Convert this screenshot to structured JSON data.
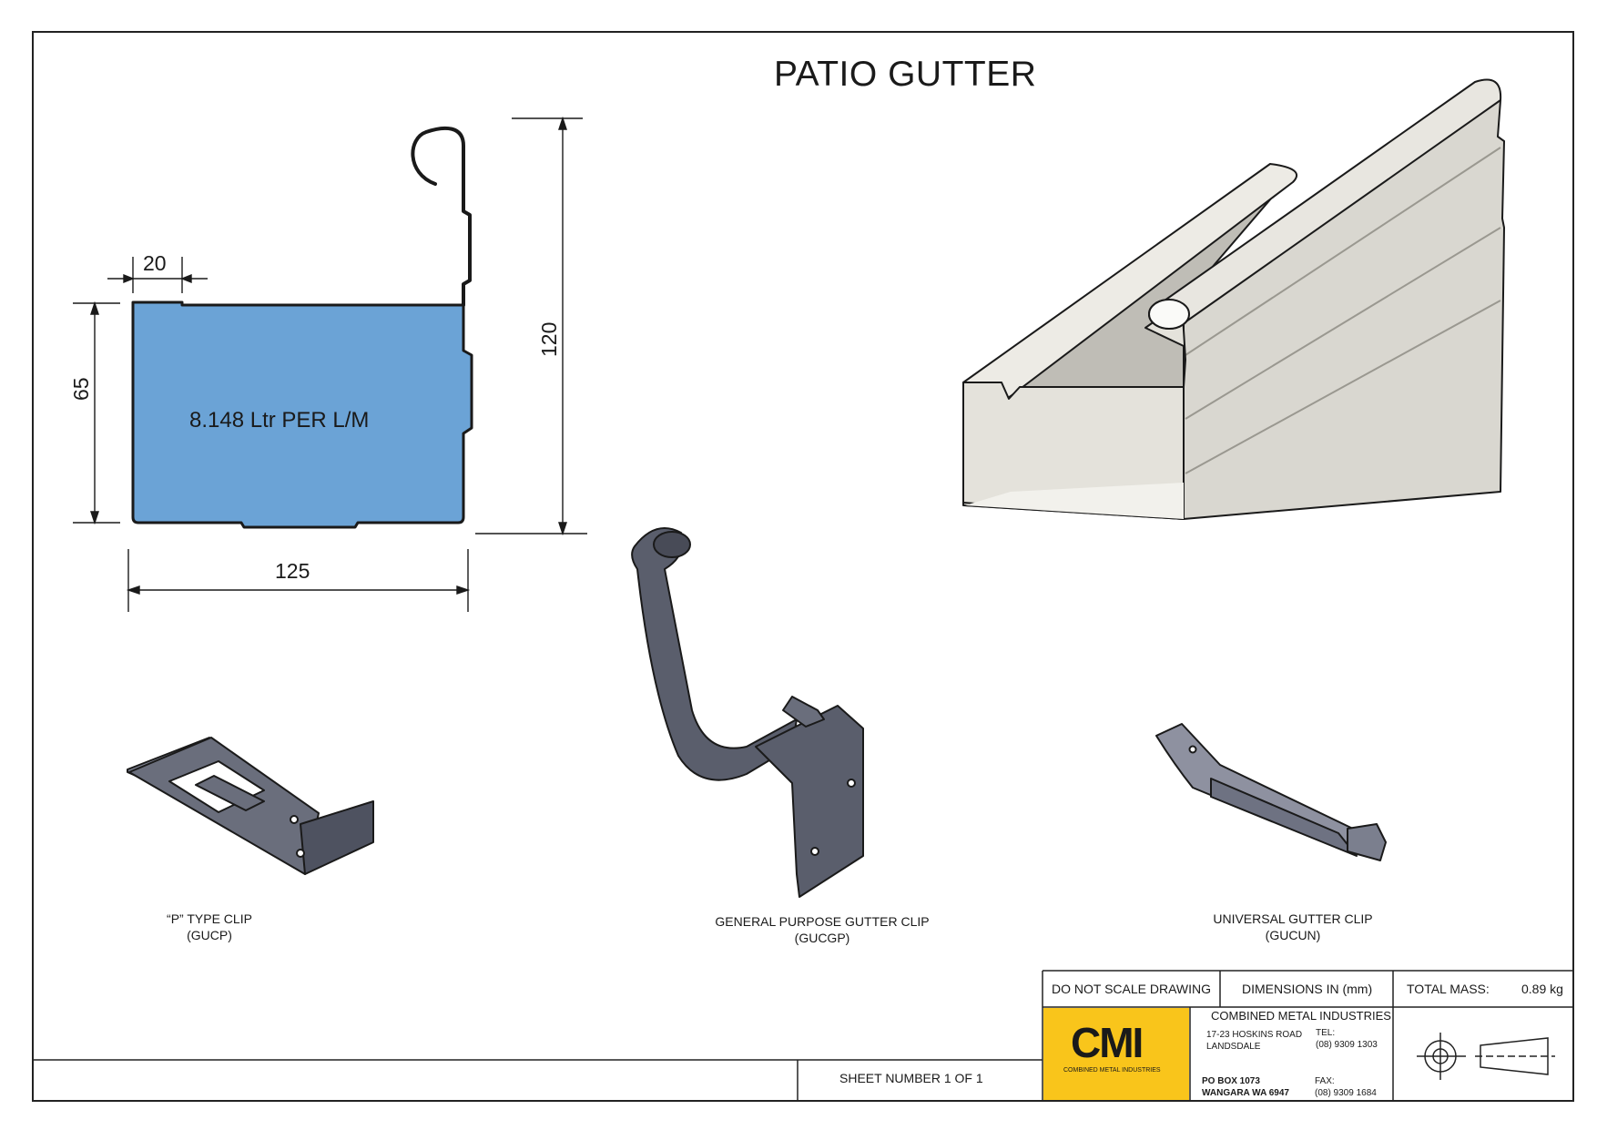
{
  "drawing": {
    "title": "PATIO GUTTER",
    "dimensions": {
      "top_flange": "20",
      "height_front": "65",
      "height_back": "120",
      "width": "125"
    },
    "capacity_label": "8.148 Ltr PER L/M",
    "profile_fill_color": "#6BA3D6",
    "gutter_fill_color": "#E4E2DB",
    "clip_color": "#5A5E6C"
  },
  "parts": [
    {
      "name": "“P” TYPE CLIP",
      "code": "(GUCP)"
    },
    {
      "name": "GENERAL PURPOSE GUTTER CLIP",
      "code": "(GUCGP)"
    },
    {
      "name": "UNIVERSAL GUTTER CLIP",
      "code": "(GUCUN)"
    }
  ],
  "title_block": {
    "note": "DO NOT SCALE DRAWING",
    "dimensions_unit": "DIMENSIONS IN (mm)",
    "total_mass_label": "TOTAL MASS:",
    "total_mass_value": "0.89 kg",
    "sheet": "SHEET NUMBER 1 OF 1",
    "logo_text": "CMI",
    "logo_subtext": "COMBINED METAL INDUSTRIES",
    "logo_color": "#F9C51B",
    "company": "COMBINED METAL INDUSTRIES",
    "address_line1": "17-23 HOSKINS ROAD",
    "address_line2": "LANDSDALE",
    "tel_label": "TEL:",
    "tel": "(08) 9309 1303",
    "po_box": "PO BOX 1073",
    "po_city": "WANGARA WA 6947",
    "fax_label": "FAX:",
    "fax": "(08) 9309 1684"
  }
}
